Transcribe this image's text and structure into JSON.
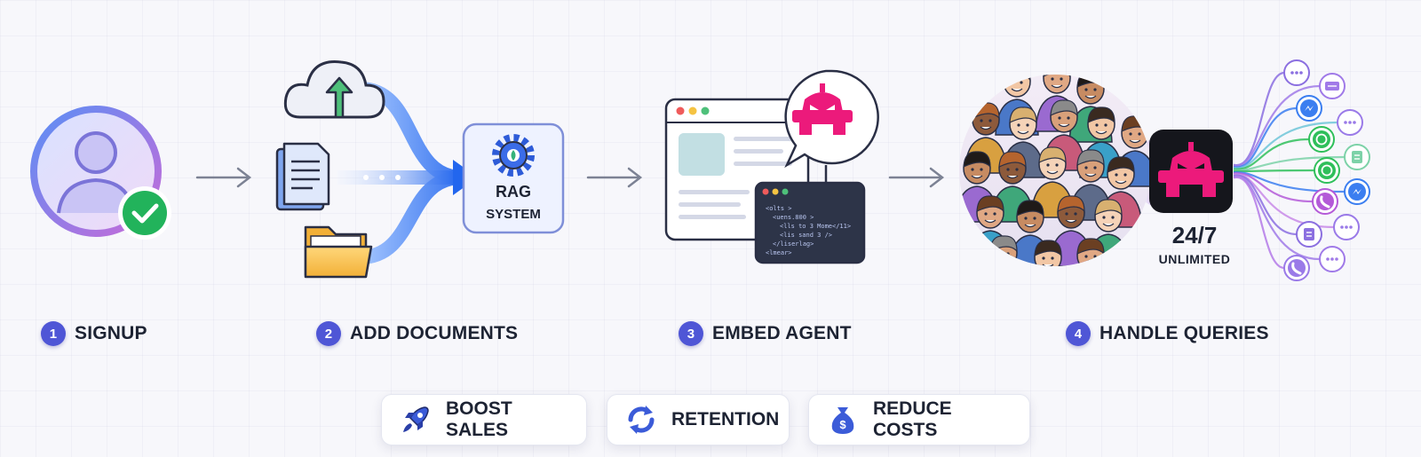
{
  "steps": [
    {
      "number": "1",
      "label": "SIGNUP"
    },
    {
      "number": "2",
      "label": "ADD DOCUMENTS"
    },
    {
      "number": "3",
      "label": "EMBED AGENT"
    },
    {
      "number": "4",
      "label": "HANDLE QUERIES"
    }
  ],
  "rag": {
    "line1": "RAG",
    "line2": "SYSTEM"
  },
  "code_snippet": [
    "<olts >",
    "<uens.800 >",
    "<lls to 3 Mome</11>",
    "<lis sand 3 />",
    "</liserlag>",
    "<lmear>"
  ],
  "availability": {
    "hours": "24/7",
    "scope": "UNLIMITED"
  },
  "benefits": [
    {
      "label": "BOOST SALES",
      "icon": "rocket-icon"
    },
    {
      "label": "RETENTION",
      "icon": "refresh-icon"
    },
    {
      "label": "REDUCE COSTS",
      "icon": "money-bag-icon"
    }
  ],
  "colors": {
    "accent": "#4f56d6",
    "robot": "#ec1a7b",
    "check": "#22b35b",
    "arrow": "#2f7cf0"
  }
}
